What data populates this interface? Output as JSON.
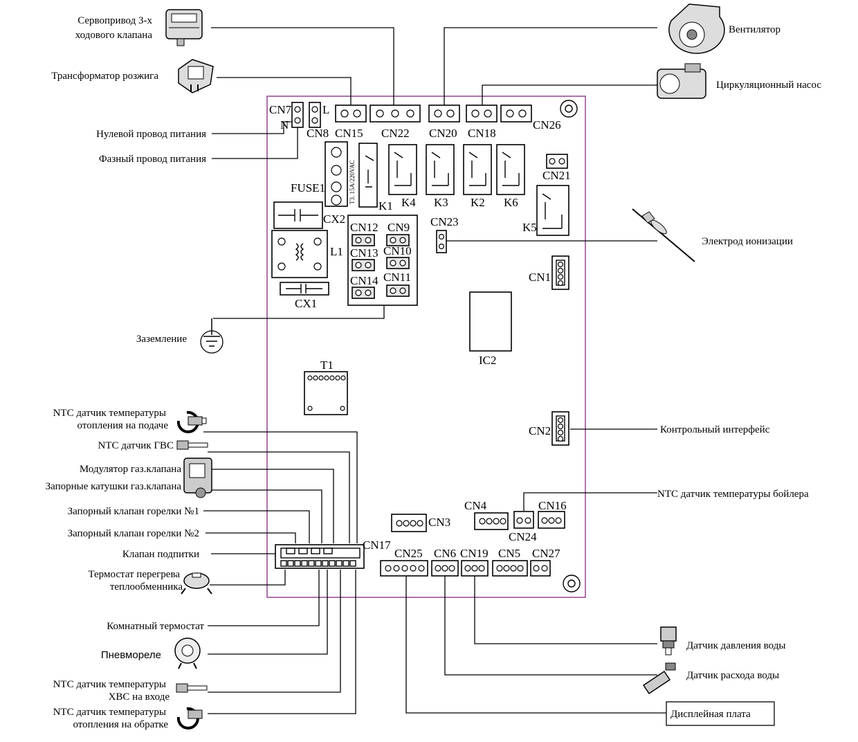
{
  "board_labels": {
    "cn7": "CN7",
    "n": "N",
    "l": "L",
    "cn8": "CN8",
    "cn15": "CN15",
    "cn22": "CN22",
    "cn20": "CN20",
    "cn18": "CN18",
    "cn26": "CN26",
    "fuse": "FUSE1",
    "fuse_rating": "T3. 15A/220VAC",
    "k1": "K1",
    "k4": "K4",
    "k3": "K3",
    "k2": "K2",
    "k6": "K6",
    "k5": "K5",
    "cn21": "CN21",
    "cx2": "CX2",
    "l1": "L1",
    "cx1": "CX1",
    "cn12": "CN12",
    "cn9": "CN9",
    "cn13": "CN13",
    "cn10": "CN10",
    "cn14": "CN14",
    "cn11": "CN11",
    "cn23": "CN23",
    "cn1": "CN1",
    "ic2": "IC2",
    "t1": "T1",
    "cn2": "CN2",
    "cn4": "CN4",
    "cn16": "CN16",
    "cn24": "CN24",
    "cn3": "CN3",
    "cn17": "CN17",
    "cn25": "CN25",
    "cn6": "CN6",
    "cn19": "CN19",
    "cn5": "CN5",
    "cn27": "CN27"
  },
  "left_labels": {
    "servo_1": "Сервопривод 3-х",
    "servo_2": "ходового клапана",
    "ignition": "Трансформатор розжига",
    "neutral": "Нулевой провод питания",
    "phase": "Фазный провод питания",
    "ground": "Заземление",
    "ntc_supply_1": "NTC датчик температуры",
    "ntc_supply_2": "отопления на подаче",
    "ntc_dhw": "NTC датчик ГВС",
    "modulator": "Модулятор газ.клапана",
    "shutoff_coils": "Запорные катушки газ.клапана",
    "burner_valve_1": "Запорный клапан горелки №1",
    "burner_valve_2": "Запорный клапан горелки №2",
    "makeup_valve": "Клапан подпитки",
    "overheat_1": "Термостат перегрева",
    "overheat_2": "теплообменника",
    "room_thermostat": "Комнатный термостат",
    "pressostat": "Пневмореле",
    "ntc_cold_1": "NTC датчик температуры",
    "ntc_cold_2": "ХВС на входе",
    "ntc_return_1": "NTC датчик температуры",
    "ntc_return_2": "отопления на обратке"
  },
  "right_labels": {
    "fan": "Вентилятор",
    "pump": "Циркуляционный насос",
    "ionization": "Электрод ионизации",
    "control_interface": "Контрольный интерфейс",
    "ntc_boiler": "NTC датчик температуры бойлера",
    "water_pressure": "Датчик давления воды",
    "water_flow": "Датчик расхода воды",
    "display_board": "Дисплейная плата"
  },
  "colors": {
    "board_outline": "#9b4f96",
    "line": "#000000"
  },
  "icons": [
    "servo-icon",
    "ignition-transformer-icon",
    "ground-icon",
    "ntc-clip-sensor-icon",
    "ntc-probe-icon",
    "gas-valve-icon",
    "overheat-thermostat-icon",
    "pressostat-icon",
    "fan-icon",
    "pump-icon",
    "ionization-electrode-icon",
    "pressure-sensor-icon",
    "flow-sensor-icon"
  ]
}
